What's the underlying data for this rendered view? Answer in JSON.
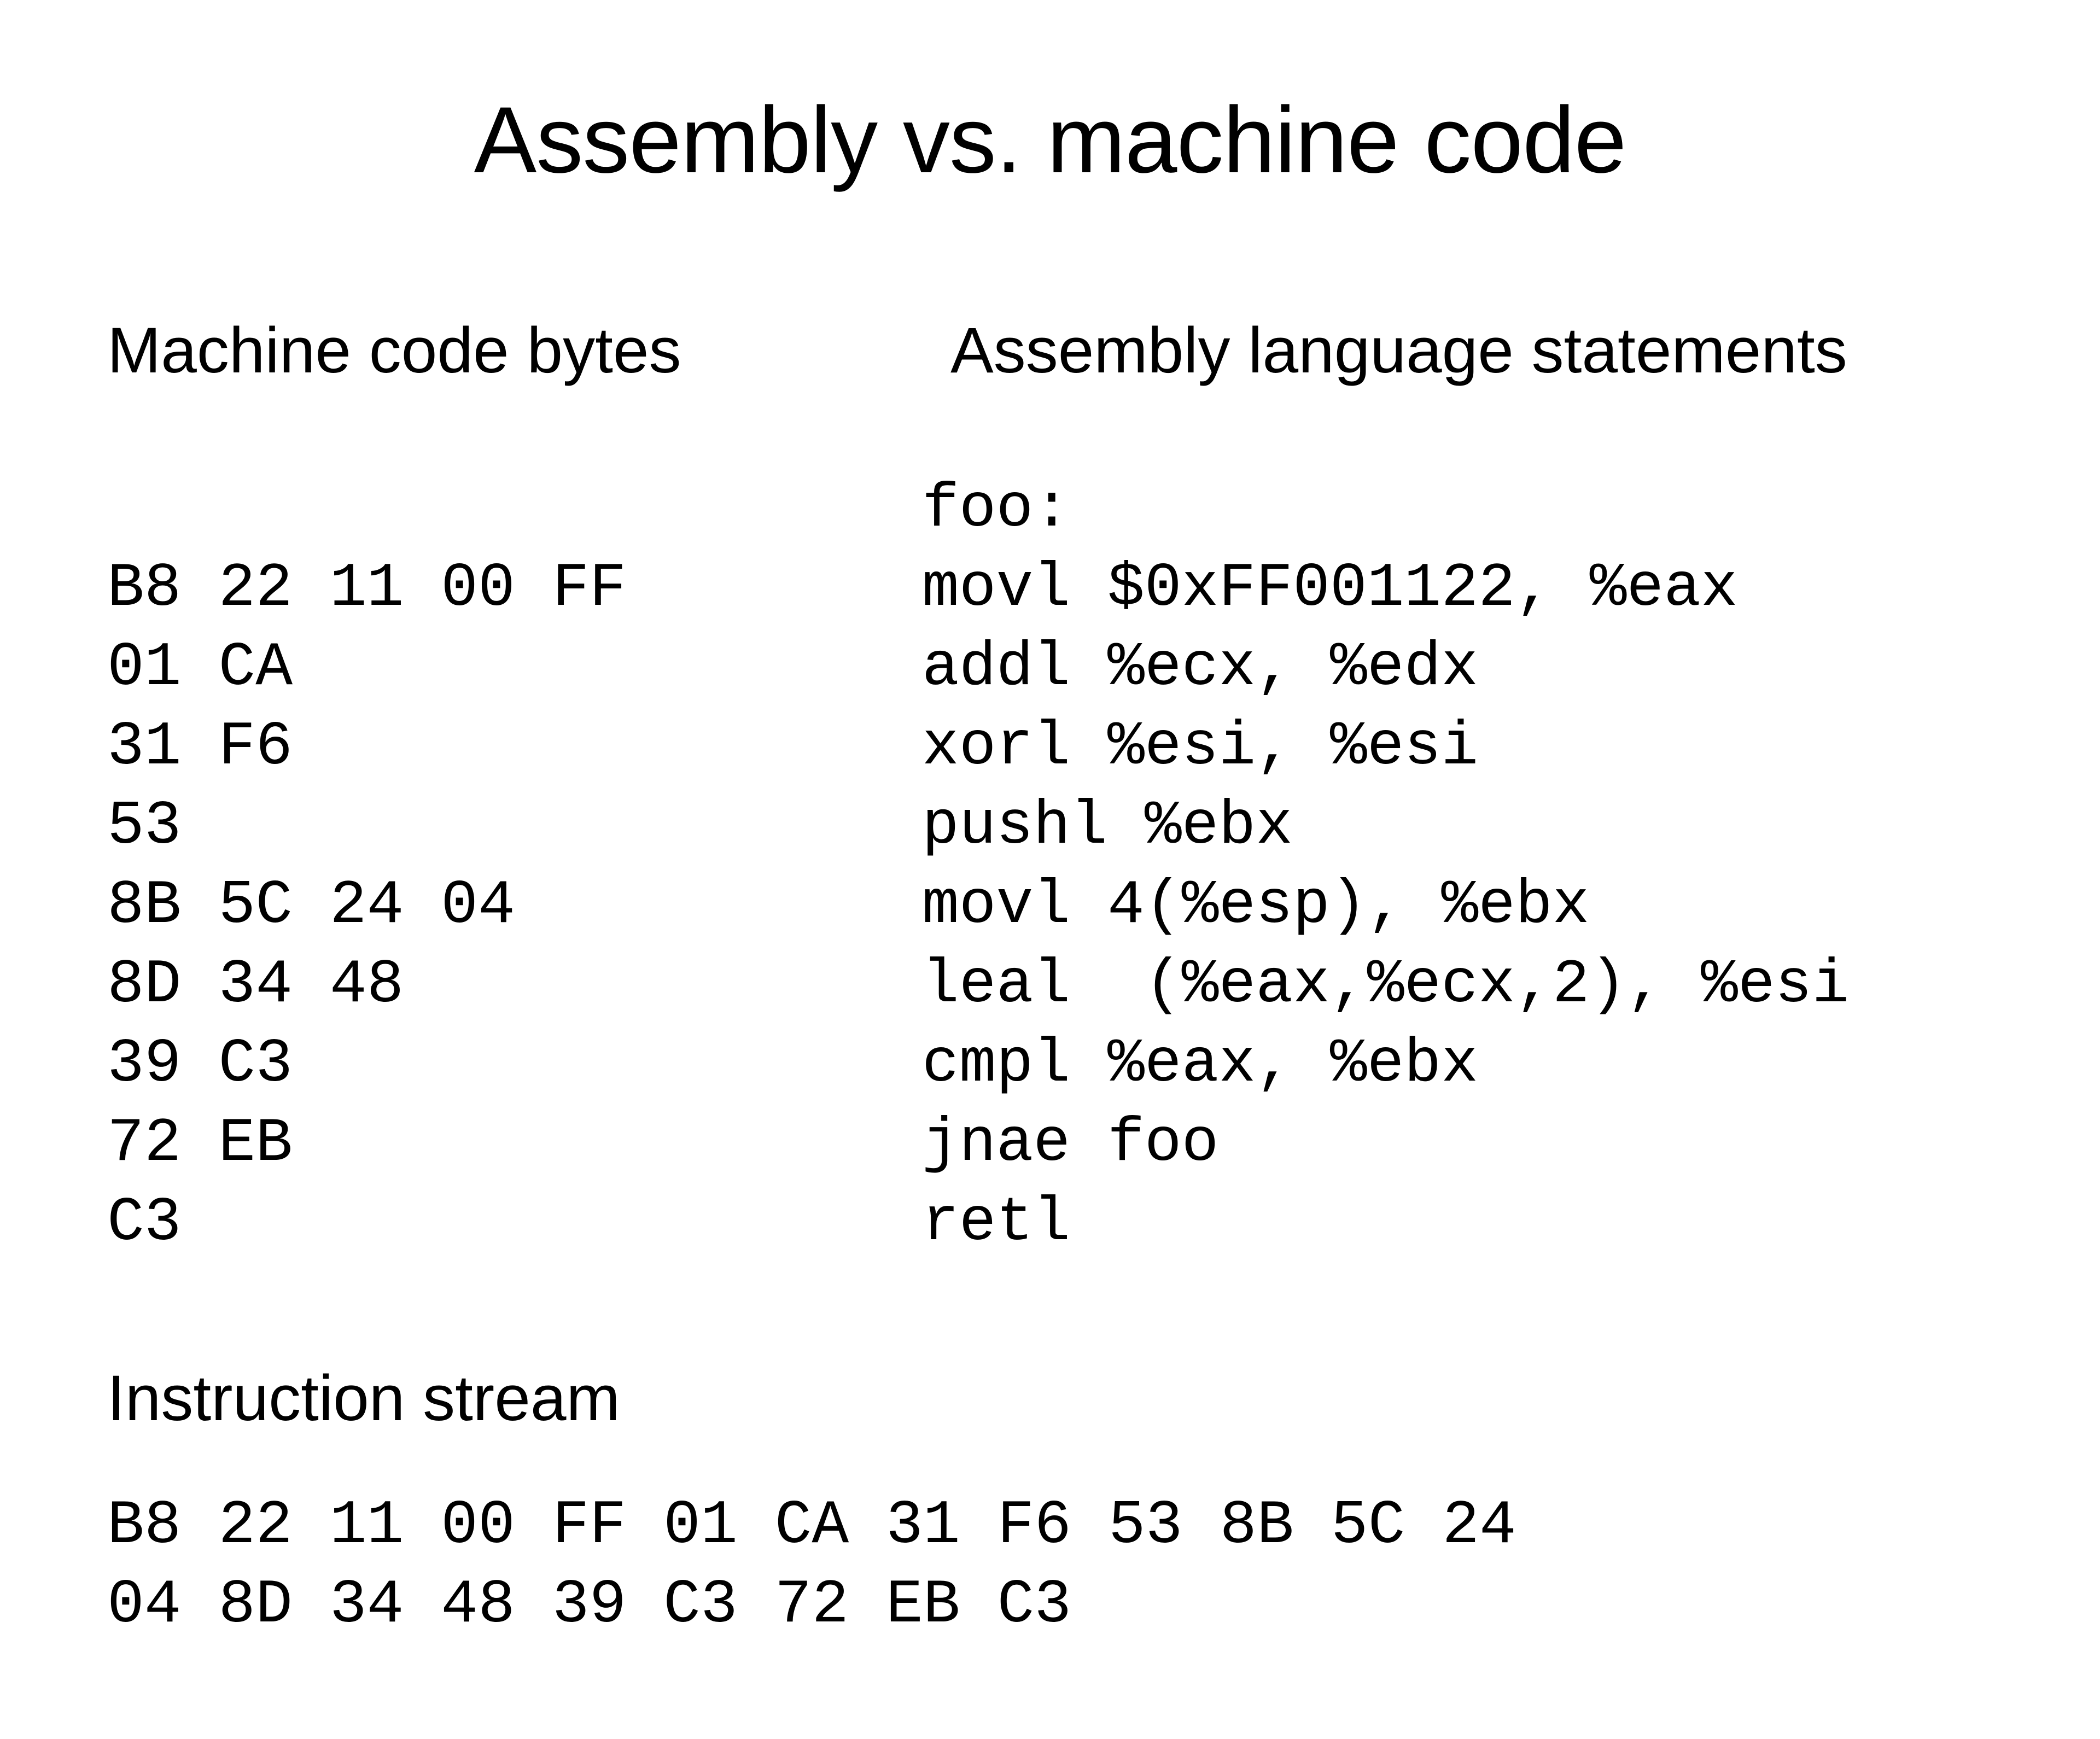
{
  "slide": {
    "title": "Assembly vs. machine code",
    "background_color": "#ffffff",
    "text_color": "#000000"
  },
  "columns": {
    "bytes_heading": "Machine code bytes",
    "assembly_heading": "Assembly language statements"
  },
  "listing": {
    "rows": [
      {
        "bytes": "B8 22 11 00 FF",
        "assembly": "movl $0xFF001122, %eax"
      },
      {
        "bytes": "01 CA",
        "assembly": "addl %ecx, %edx"
      },
      {
        "bytes": "31 F6",
        "assembly": "xorl %esi, %esi"
      },
      {
        "bytes": "53",
        "assembly": "pushl %ebx"
      },
      {
        "bytes": "8B 5C 24 04",
        "assembly": "movl 4(%esp), %ebx"
      },
      {
        "bytes": "8D 34 48",
        "assembly": "leal  (%eax,%ecx,2), %esi"
      },
      {
        "bytes": "39 C3",
        "assembly": "cmpl %eax, %ebx"
      },
      {
        "bytes": "72 EB",
        "assembly": "jnae foo"
      },
      {
        "bytes": "C3",
        "assembly": "retl"
      }
    ],
    "label_line": "foo:",
    "bytes_text": "B8 22 11 00 FF\n01 CA\n31 F6\n53\n8B 5C 24 04\n8D 34 48\n39 C3\n72 EB\nC3",
    "assembly_text": "foo:\nmovl $0xFF001122, %eax\naddl %ecx, %edx\nxorl %esi, %esi\npushl %ebx\nmovl 4(%esp), %ebx\nleal  (%eax,%ecx,2), %esi\ncmpl %eax, %ebx\njnae foo\nretl"
  },
  "stream": {
    "heading": "Instruction stream",
    "lines": [
      "B8 22 11 00 FF 01 CA 31 F6 53 8B 5C 24",
      "04 8D 34 48 39 C3 72 EB C3"
    ],
    "text": "B8 22 11 00 FF 01 CA 31 F6 53 8B 5C 24\n04 8D 34 48 39 C3 72 EB C3"
  }
}
